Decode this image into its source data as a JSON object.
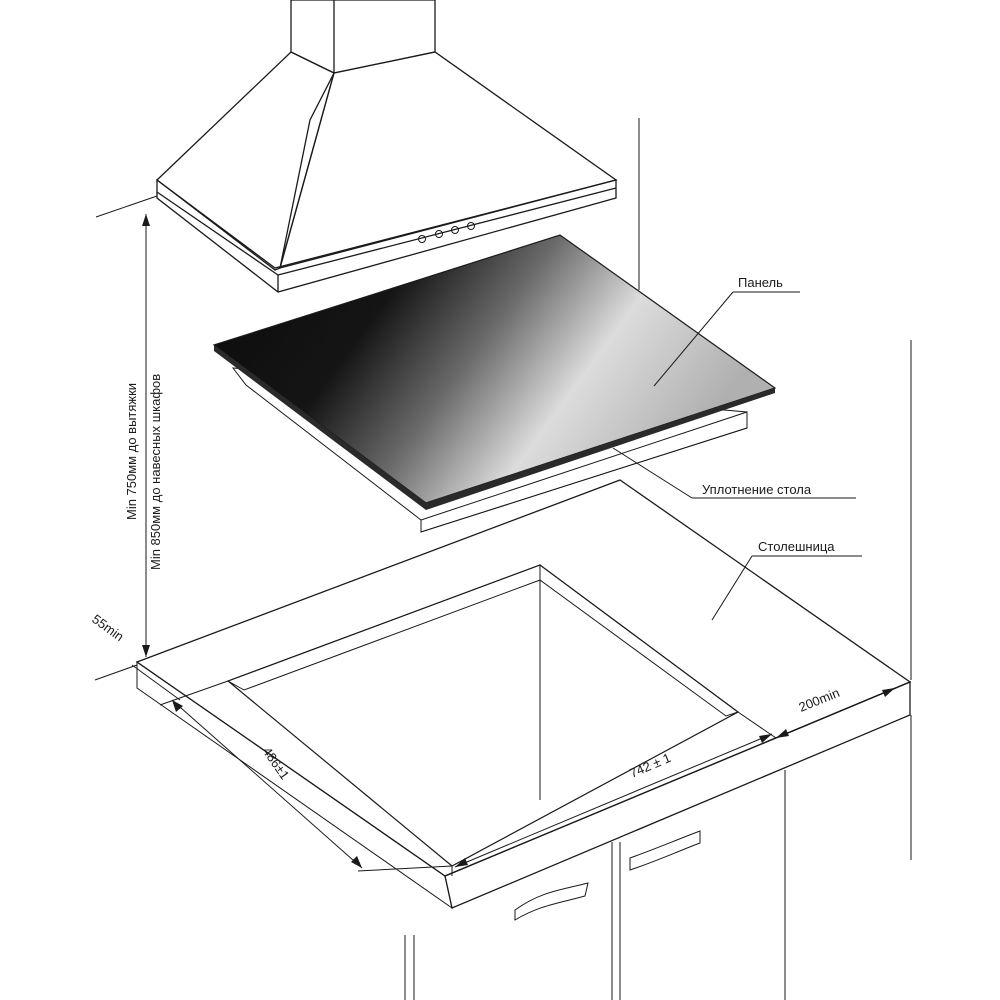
{
  "labels": {
    "panel": "Панель",
    "seal": "Уплотнение стола",
    "countertop": "Столешница"
  },
  "dimensions": {
    "hood_clearance": "Min 750мм до вытяжки",
    "cabinet_clearance": "Min 850мм до навесных шкафов",
    "edge_min": "55min",
    "cutout_depth": "486±1",
    "cutout_width": "742 ± 1",
    "wall_min": "200min"
  }
}
